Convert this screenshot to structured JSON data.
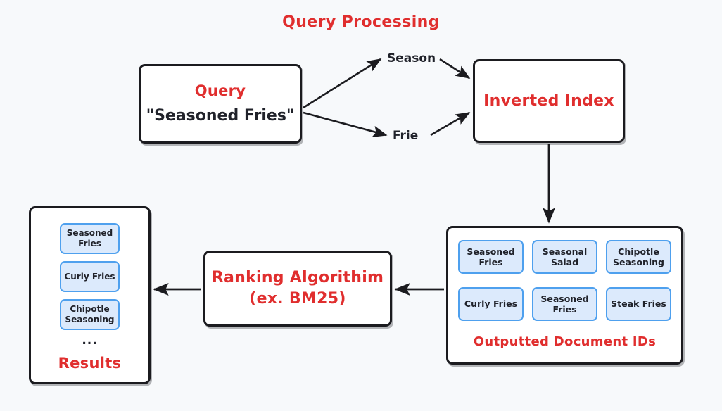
{
  "diagram": {
    "title": "Query Processing",
    "background_color": "#f7f9fb",
    "accent_color": "#e02e2e",
    "chip_fill_color": "#dceafc",
    "chip_border_color": "#4ea0ee",
    "stroke_color": "#1b1b1f"
  },
  "query_node": {
    "title": "Query",
    "value": "\"Seasoned Fries\""
  },
  "edge_labels": {
    "season": "Season",
    "frie": "Frie"
  },
  "inverted_index_node": {
    "title": "Inverted Index"
  },
  "documents_node": {
    "caption": "Outputted Document IDs",
    "chips": [
      {
        "line1": "Seasoned",
        "line2": "Fries"
      },
      {
        "line1": "Seasonal",
        "line2": "Salad"
      },
      {
        "line1": "Chipotle",
        "line2": "Seasoning"
      },
      {
        "line1": "Curly Fries",
        "line2": ""
      },
      {
        "line1": "Seasoned",
        "line2": "Fries"
      },
      {
        "line1": "Steak Fries",
        "line2": ""
      }
    ]
  },
  "ranking_node": {
    "line1": "Ranking Algorithim",
    "line2": "(ex. BM25)"
  },
  "results_node": {
    "caption": "Results",
    "ellipsis": "...",
    "chips": [
      {
        "line1": "Seasoned",
        "line2": "Fries"
      },
      {
        "line1": "Curly Fries",
        "line2": ""
      },
      {
        "line1": "Chipotle",
        "line2": "Seasoning"
      }
    ]
  }
}
